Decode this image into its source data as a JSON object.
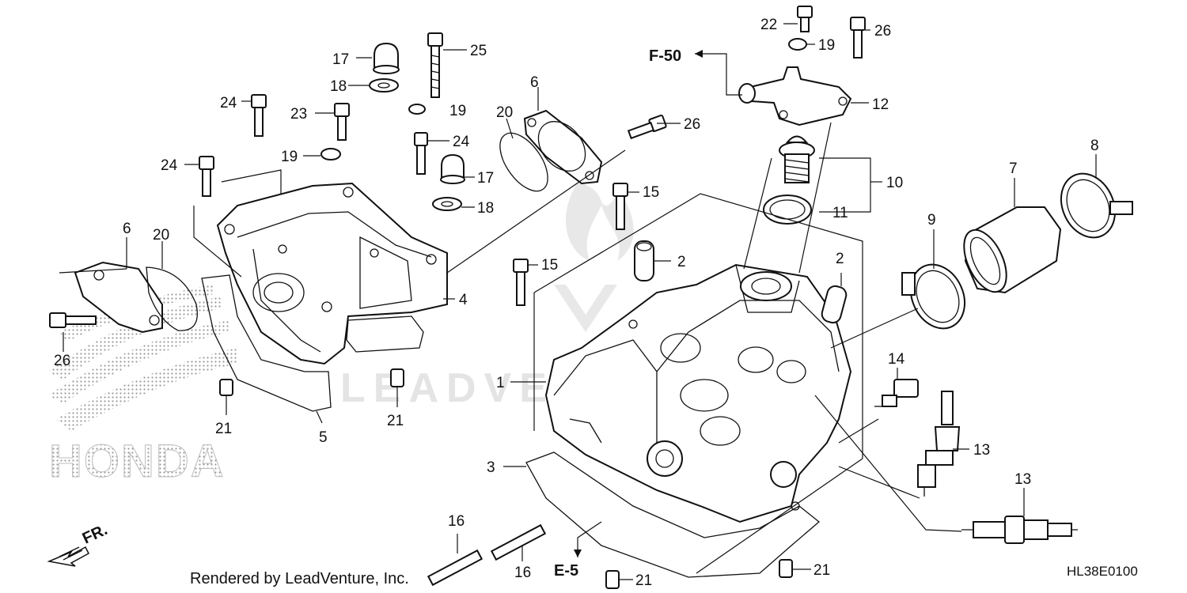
{
  "diagram": {
    "part_labels": [
      {
        "id": "l17a",
        "text": "17"
      },
      {
        "id": "l18a",
        "text": "18"
      },
      {
        "id": "l25",
        "text": "25"
      },
      {
        "id": "l24a",
        "text": "24"
      },
      {
        "id": "l23",
        "text": "23"
      },
      {
        "id": "l19a",
        "text": "19"
      },
      {
        "id": "l19b",
        "text": "19"
      },
      {
        "id": "l24b",
        "text": "24"
      },
      {
        "id": "l24c",
        "text": "24"
      },
      {
        "id": "l17b",
        "text": "17"
      },
      {
        "id": "l18b",
        "text": "18"
      },
      {
        "id": "l6a",
        "text": "6"
      },
      {
        "id": "l20a",
        "text": "20"
      },
      {
        "id": "l26a",
        "text": "26"
      },
      {
        "id": "l4",
        "text": "4"
      },
      {
        "id": "l6b",
        "text": "6"
      },
      {
        "id": "l20b",
        "text": "20"
      },
      {
        "id": "l26b",
        "text": "26"
      },
      {
        "id": "l21a",
        "text": "21"
      },
      {
        "id": "l5",
        "text": "5"
      },
      {
        "id": "l21b",
        "text": "21"
      },
      {
        "id": "l15a",
        "text": "15"
      },
      {
        "id": "l15b",
        "text": "15"
      },
      {
        "id": "l2a",
        "text": "2"
      },
      {
        "id": "l2b",
        "text": "2"
      },
      {
        "id": "l1",
        "text": "1"
      },
      {
        "id": "l3",
        "text": "3"
      },
      {
        "id": "l16a",
        "text": "16"
      },
      {
        "id": "l16b",
        "text": "16"
      },
      {
        "id": "l21c",
        "text": "21"
      },
      {
        "id": "l21d",
        "text": "21"
      },
      {
        "id": "l22",
        "text": "22"
      },
      {
        "id": "l19c",
        "text": "19"
      },
      {
        "id": "l26c",
        "text": "26"
      },
      {
        "id": "l12",
        "text": "12"
      },
      {
        "id": "l10",
        "text": "10"
      },
      {
        "id": "l11",
        "text": "11"
      },
      {
        "id": "l9",
        "text": "9"
      },
      {
        "id": "l7",
        "text": "7"
      },
      {
        "id": "l8",
        "text": "8"
      },
      {
        "id": "l14",
        "text": "14"
      },
      {
        "id": "l13a",
        "text": "13"
      },
      {
        "id": "l13b",
        "text": "13"
      }
    ],
    "refs": {
      "f50": "F-50",
      "e5": "E-5"
    },
    "front_marker": "FR.",
    "brand_watermark": "HONDA",
    "site_watermark": "LEADVENTURE",
    "credit": "Rendered by LeadVenture, Inc.",
    "diagram_code": "HL38E0100"
  }
}
